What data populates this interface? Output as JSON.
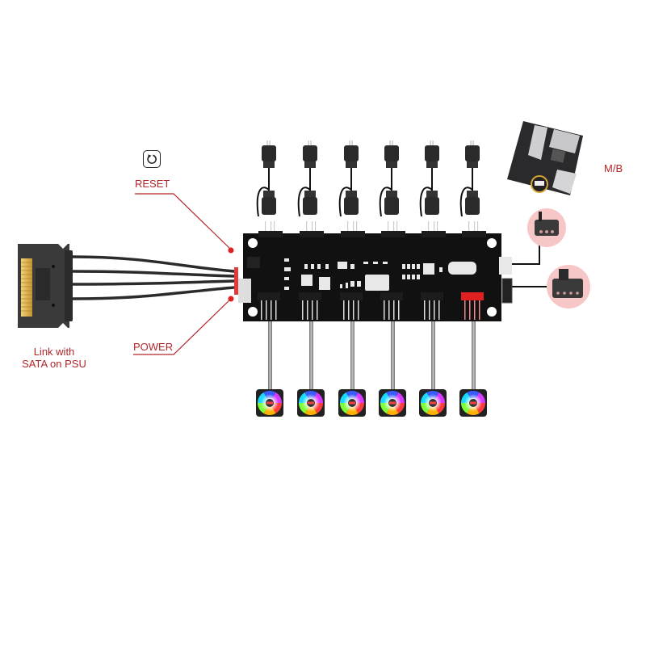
{
  "labels": {
    "reset": "RESET",
    "power": "POWER",
    "psu_link_line1": "Link with",
    "psu_link_line2": "SATA on PSU",
    "motherboard": "M/B"
  },
  "icons": {
    "reset": "reset-rotate-icon"
  },
  "hub": {
    "argb_channels": 6,
    "fan_channels": 6,
    "highlighted_fan_header": 6
  },
  "colors": {
    "label_red": "#b3262a",
    "pcb_black": "#111111",
    "connector_red": "#e02020",
    "cable_gray": "#8a8a8a",
    "sata_gold": "#e0b84a"
  }
}
